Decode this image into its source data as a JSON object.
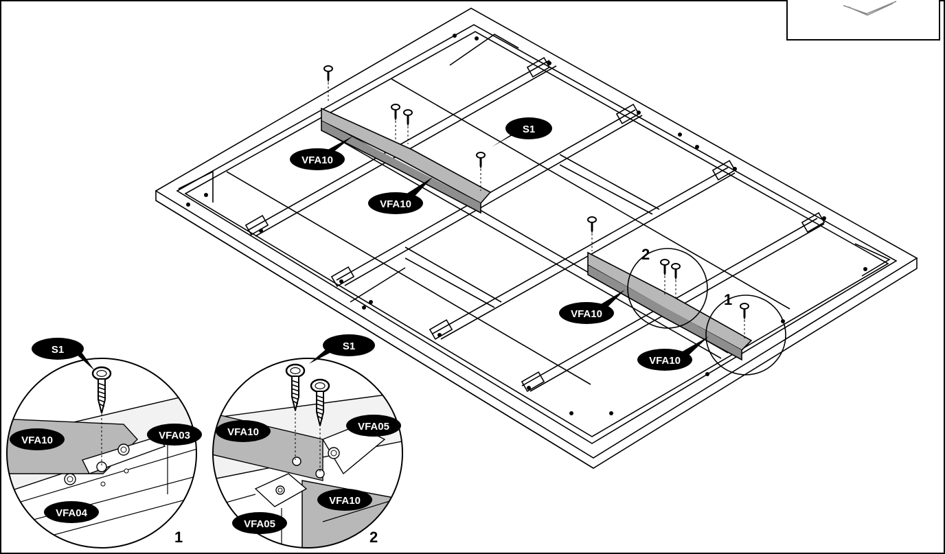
{
  "main_view": {
    "screw_label": "S1",
    "part_labels": [
      "VFA10",
      "VFA10",
      "VFA10",
      "VFA10"
    ],
    "circle_labels": [
      "2",
      "1"
    ]
  },
  "detail_1": {
    "screw_label": "S1",
    "labels": [
      "VFA10",
      "VFA03",
      "VFA04"
    ],
    "number": "1"
  },
  "detail_2": {
    "screw_label": "S1",
    "labels": [
      "VFA10",
      "VFA05",
      "VFA10",
      "VFA05"
    ],
    "number": "2"
  },
  "colors": {
    "ink": "#000000",
    "paper": "#ffffff",
    "bar_gray": "#b8b8b8",
    "panel": "#f2f2f2"
  }
}
